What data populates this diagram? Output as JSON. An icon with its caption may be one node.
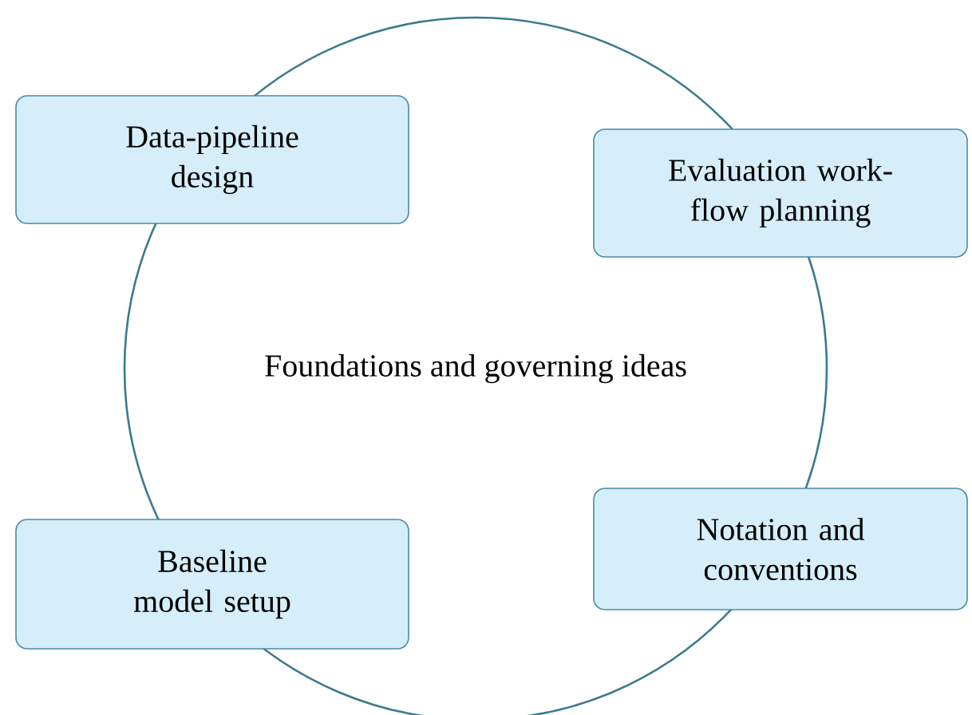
{
  "diagram": {
    "nodes": [
      {
        "text": [
          "Foundations and governing ideas"
        ]
      },
      {
        "text": [
          "Data-pipeline design"
        ]
      },
      {
        "text": [
          "Evaluation work-flow planning"
        ]
      },
      {
        "text": [
          "Baseline model setup"
        ]
      },
      {
        "text": [
          "Notation and conventions"
        ]
      }
    ]
  }
}
